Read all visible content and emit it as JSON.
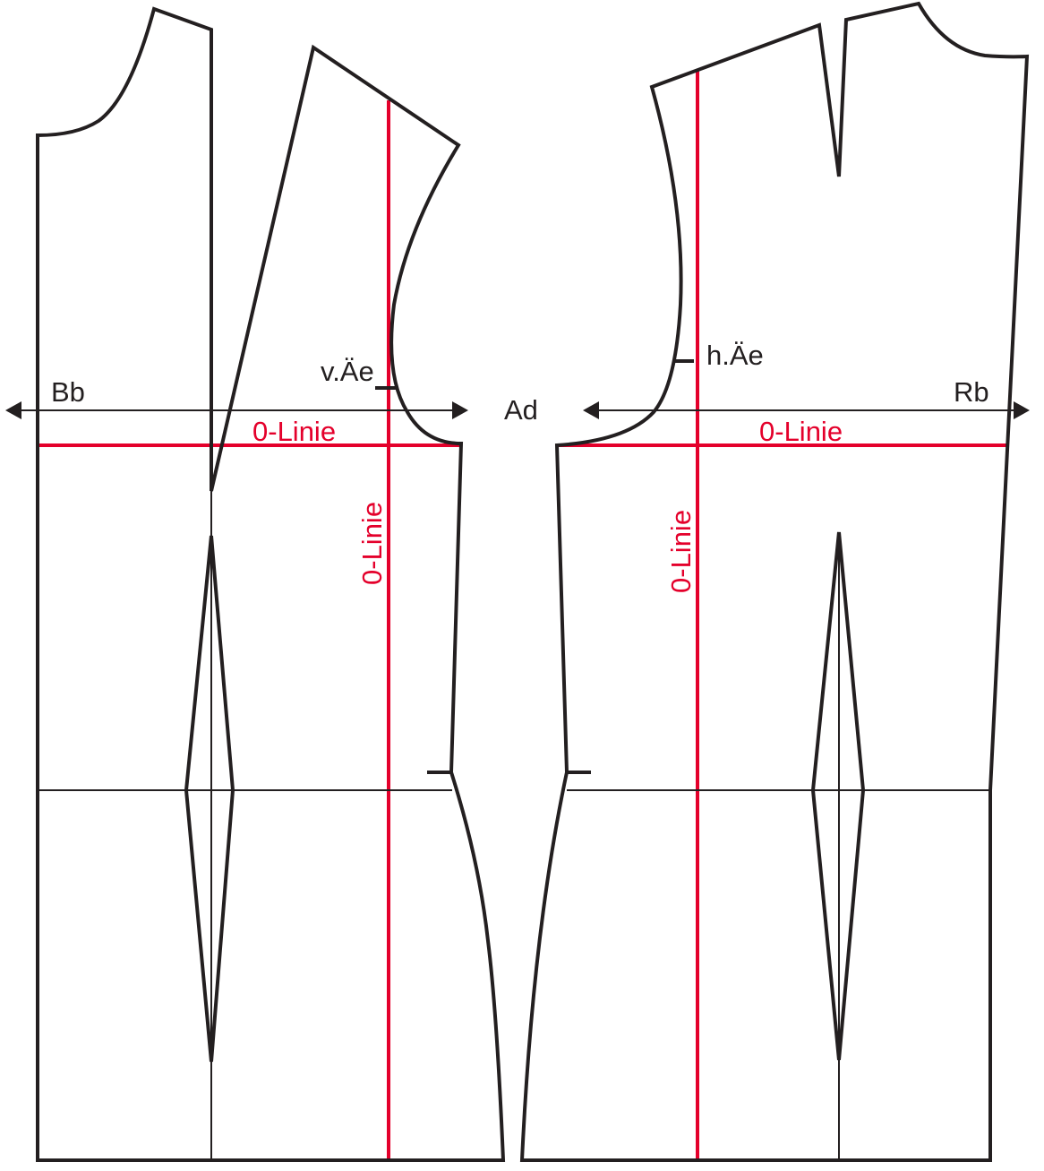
{
  "labels": {
    "front_center": "Bb",
    "front_armhole_notch": "v.Äe",
    "armhole_depth": "Ad",
    "back_armhole_notch": "h.Äe",
    "back_center": "Rb",
    "zero_line_front_horizontal": "0-Linie",
    "zero_line_front_vertical": "0-Linie",
    "zero_line_back_horizontal": "0-Linie",
    "zero_line_back_vertical": "0-Linie"
  },
  "colors": {
    "line": "#231f20",
    "zero_line": "#e4002b"
  }
}
